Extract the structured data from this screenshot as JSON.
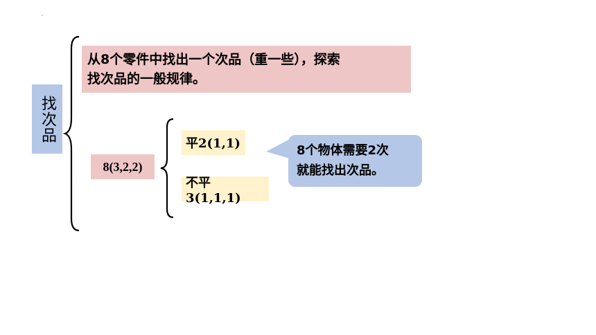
{
  "side_label": "找次品",
  "description": {
    "line1": "从8个零件中找出一个次品（重一些），探索",
    "line2": "找次品的一般规律。"
  },
  "tree": {
    "root": "8(3,2,2)",
    "branch_balanced": "平2(1,1)",
    "branch_unbalanced": "不平3(1,1,1)"
  },
  "callout": {
    "line1": "8个物体需要2次",
    "line2": "就能找出次品。"
  },
  "colors": {
    "pink_box": "#efc6c6",
    "blue_box": "#b4c7e7",
    "yellow_box": "#fff2cc",
    "brace": "#000000"
  }
}
